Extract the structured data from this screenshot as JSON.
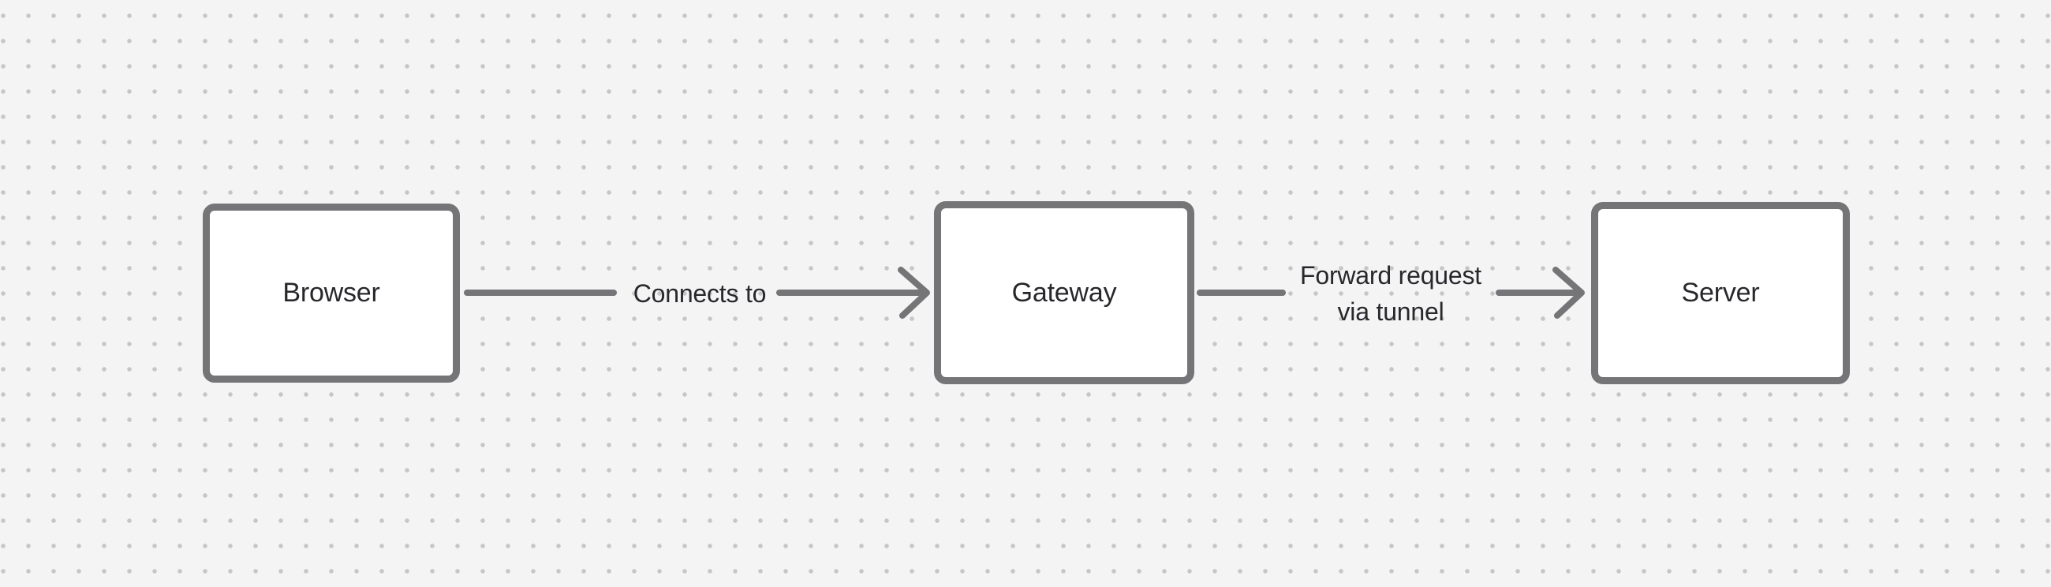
{
  "canvas": {
    "background_color": "#f4f4f5",
    "dot_color": "#c6c6c6",
    "stroke_color": "#757577",
    "text_color": "#28282c",
    "node_fill_color": "#ffffff"
  },
  "diagram": {
    "type": "flowchart",
    "nodes": [
      {
        "id": "browser",
        "label": "Browser"
      },
      {
        "id": "gateway",
        "label": "Gateway"
      },
      {
        "id": "server",
        "label": "Server"
      }
    ],
    "connectors": [
      {
        "from": "browser",
        "to": "gateway",
        "label": "Connects to",
        "label_lines": [
          "Connects to"
        ],
        "direction": "right"
      },
      {
        "from": "gateway",
        "to": "server",
        "label": "Forward request via tunnel",
        "label_lines": [
          "Forward request",
          "via tunnel"
        ],
        "direction": "right"
      }
    ]
  }
}
